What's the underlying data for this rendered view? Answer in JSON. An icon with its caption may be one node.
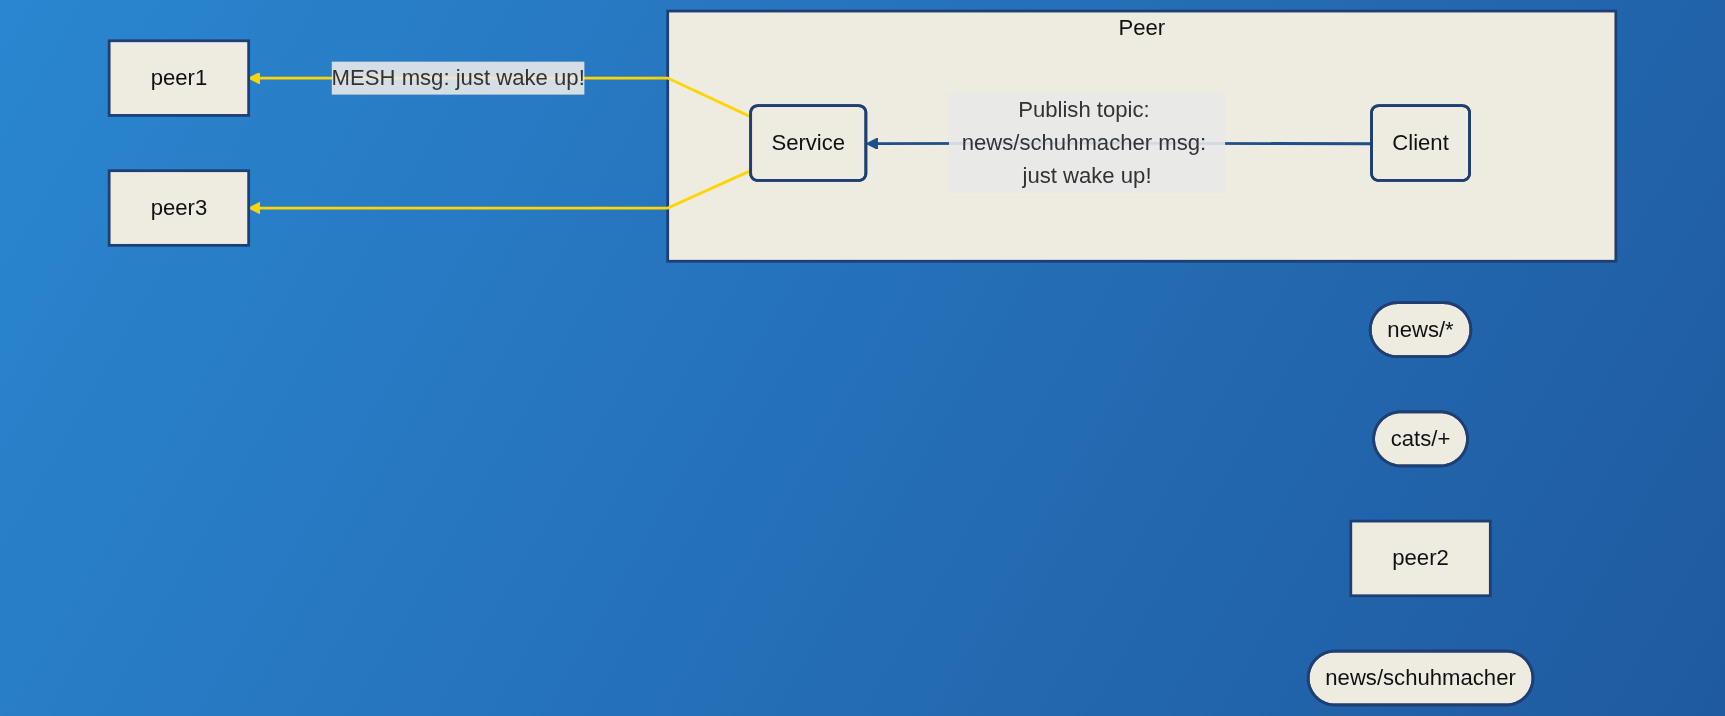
{
  "diagram": {
    "nodes": [
      {
        "text": [
          "Peer"
        ]
      },
      {
        "text": [
          "Service"
        ],
        "in": 0
      },
      {
        "text": [
          "Client"
        ],
        "in": 0
      },
      {
        "text": [
          "news/*"
        ]
      },
      {
        "text": [
          "peer1"
        ]
      },
      {
        "text": [
          "cats/+"
        ]
      },
      {
        "text": [
          "peer2"
        ]
      },
      {
        "text": [
          "news/schuhmacher"
        ]
      },
      {
        "text": [
          "peer3"
        ]
      }
    ],
    "edges": [
      {
        "from": 1,
        "to": 4,
        "arrow": "to",
        "label": "MESH msg: just wake up!"
      },
      {
        "from": 1,
        "to": 8,
        "arrow": "to"
      },
      {
        "from": 2,
        "to": 1,
        "arrow": "to",
        "label": "Publish topic: news/schuhmacher msg: just wake up!",
        "color": "#1f4e8c"
      }
    ]
  }
}
